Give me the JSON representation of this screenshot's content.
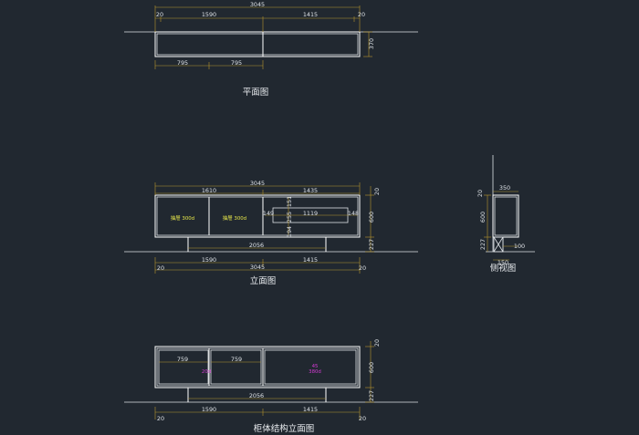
{
  "views": {
    "plan": {
      "title": "平面图",
      "total": "3045",
      "left_gap": "20",
      "right_gap": "20",
      "seg_left": "1590",
      "seg_right": "1415",
      "depth": "370",
      "bottom_left": "795",
      "bottom_right": "795"
    },
    "front": {
      "title": "立面图",
      "total_top": "3045",
      "top_left": "1610",
      "top_right": "1435",
      "top_thickness": "20",
      "height": "600",
      "leg": "227",
      "door_label_1": "抽屉 300d",
      "door_label_2": "抽屉 300d",
      "open_left": "149",
      "open_mid": "1119",
      "open_right": "148",
      "vert_top": "151",
      "vert_mid": "255",
      "vert_low": "194",
      "base_width": "2056",
      "bottom_left": "1590",
      "bottom_right": "1415",
      "bottom_total": "3045",
      "bottom_left_gap": "20",
      "bottom_right_gap": "20"
    },
    "side": {
      "title": "侧视图",
      "width": "350",
      "top": "20",
      "height": "600",
      "leg": "227",
      "depth_base": "100",
      "foot": "150"
    },
    "structure": {
      "title": "柜体结构立面图",
      "inner_left": "759",
      "inner_mid": "759",
      "label_mid": "20d",
      "label_right_1": "45",
      "label_right_2": "380d",
      "top_thickness": "20",
      "height": "600",
      "leg": "227",
      "base_width": "2056",
      "bottom_left": "1590",
      "bottom_right": "1415",
      "bottom_left_gap": "20",
      "bottom_right_gap": "20"
    }
  }
}
